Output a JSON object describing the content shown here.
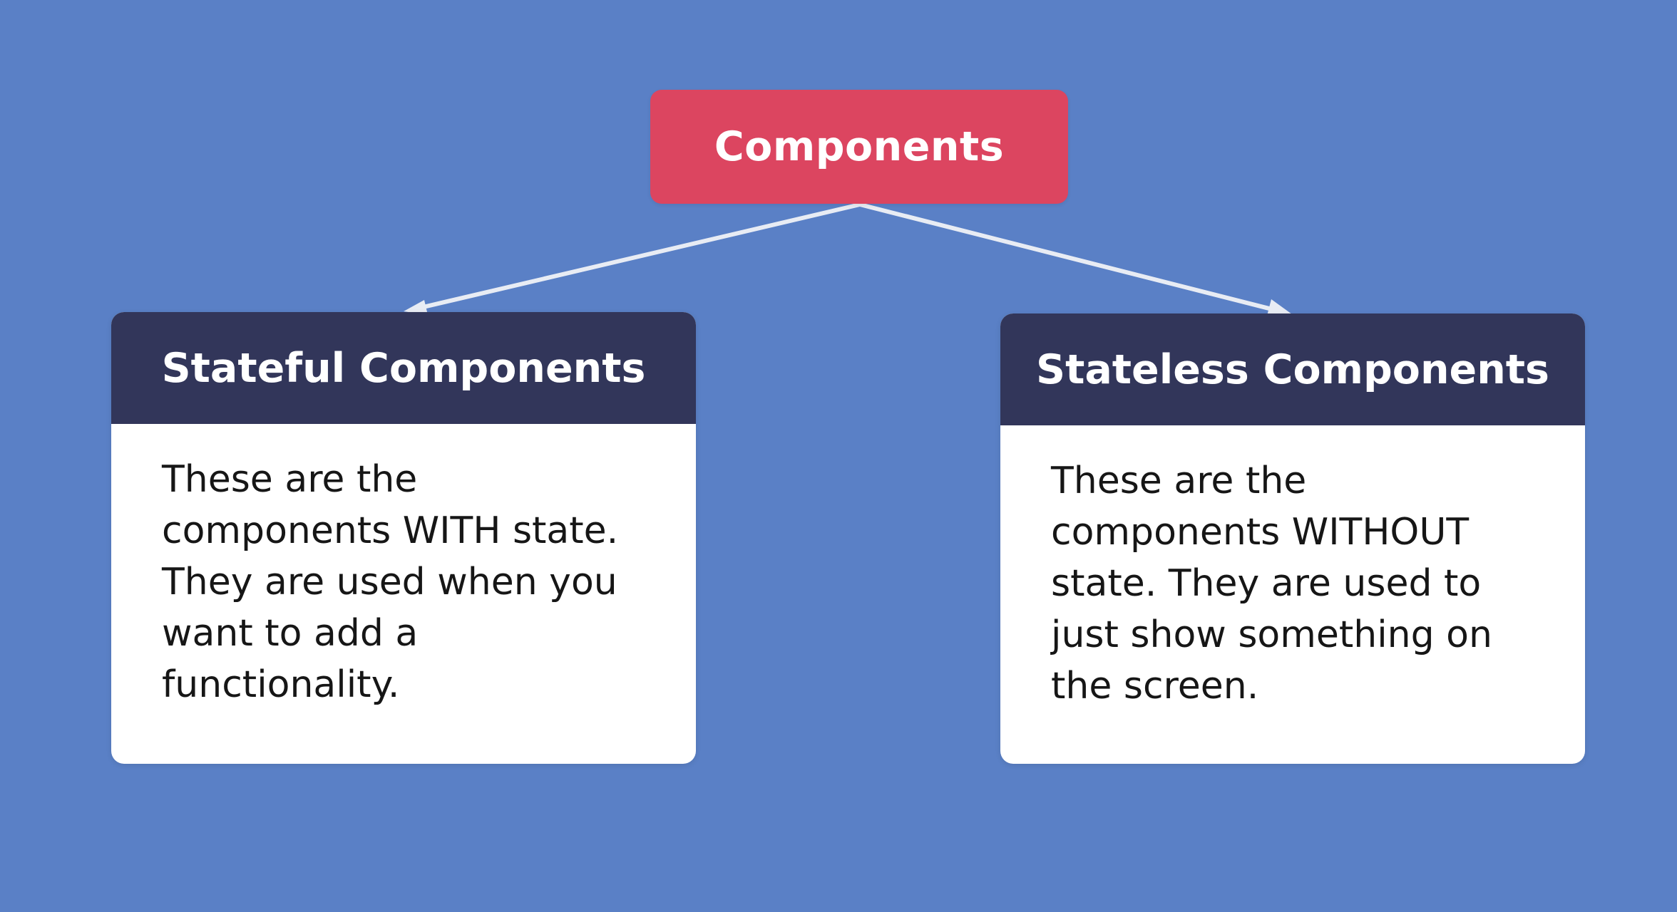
{
  "colors": {
    "background": "#5a80c6",
    "root_fill": "#dc4560",
    "header_fill": "#32365a",
    "card_fill": "#ffffff",
    "connector": "#e8ecf4",
    "body_text": "#161616"
  },
  "root": {
    "label": "Components"
  },
  "children": [
    {
      "title": "Stateful Components",
      "lines": [
        "These are the",
        "components WITH state.",
        "They are used when you",
        "want to add a",
        "functionality."
      ]
    },
    {
      "title": "Stateless Components",
      "lines": [
        "These are the",
        "components WITHOUT",
        "state. They are used to",
        "just show something on",
        "the screen."
      ]
    }
  ]
}
